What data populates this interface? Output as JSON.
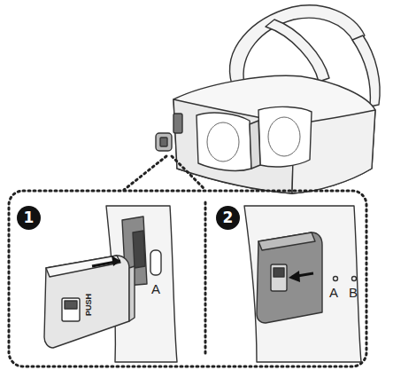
{
  "diagram": {
    "nodes": [
      {
        "text": [
          "1"
        ]
      },
      {
        "text": [
          "2"
        ]
      }
    ],
    "labels": [
      "A",
      "PUSH",
      "A",
      "B"
    ]
  }
}
